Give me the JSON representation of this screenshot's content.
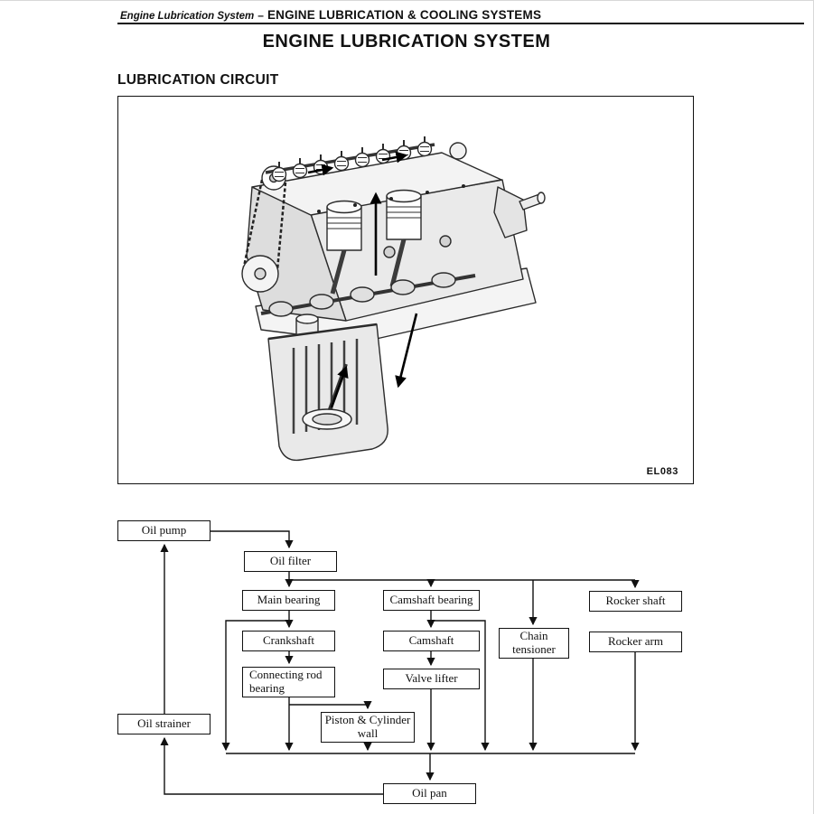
{
  "header": {
    "section_title": "Engine Lubrication System",
    "separator": "–",
    "chapter_title": "ENGINE LUBRICATION & COOLING SYSTEMS"
  },
  "title": "ENGINE LUBRICATION SYSTEM",
  "section_heading": "LUBRICATION CIRCUIT",
  "figure": {
    "code": "EL083",
    "description": "engine-cutaway-lubrication-illustration"
  },
  "flowchart": {
    "nodes": [
      {
        "id": "oil-pump",
        "label": "Oil pump"
      },
      {
        "id": "oil-filter",
        "label": "Oil filter"
      },
      {
        "id": "main-bearing",
        "label": "Main bearing"
      },
      {
        "id": "camshaft-bearing",
        "label": "Camshaft bearing"
      },
      {
        "id": "rocker-shaft",
        "label": "Rocker shaft"
      },
      {
        "id": "crankshaft",
        "label": "Crankshaft"
      },
      {
        "id": "camshaft",
        "label": "Camshaft"
      },
      {
        "id": "chain-tensioner",
        "label": "Chain tensioner"
      },
      {
        "id": "rocker-arm",
        "label": "Rocker arm"
      },
      {
        "id": "connecting-rod-bearing",
        "label": "Connecting rod bearing"
      },
      {
        "id": "valve-lifter",
        "label": "Valve lifter"
      },
      {
        "id": "piston-cylinder-wall",
        "label": "Piston & Cylinder wall"
      },
      {
        "id": "oil-strainer",
        "label": "Oil strainer"
      },
      {
        "id": "oil-pan",
        "label": "Oil pan"
      }
    ]
  }
}
